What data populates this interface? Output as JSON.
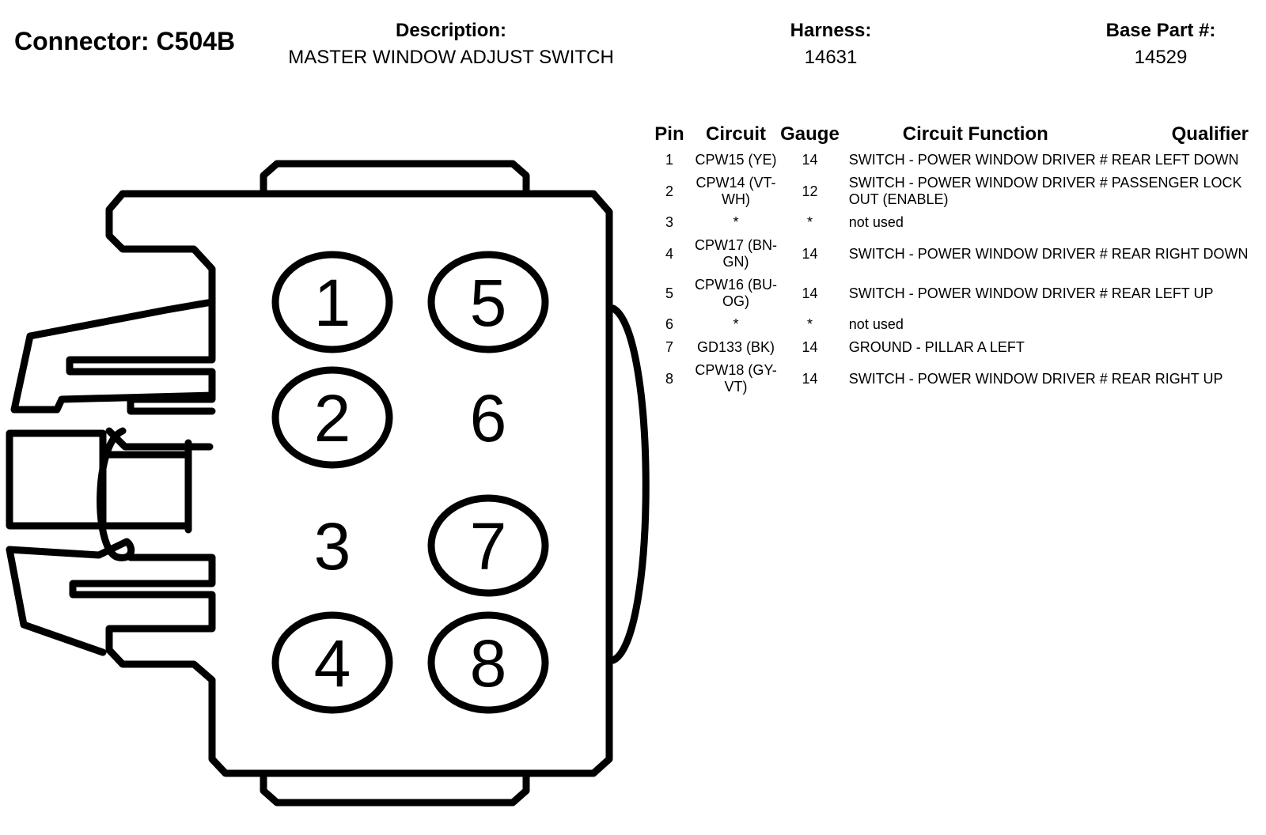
{
  "header": {
    "connector": "Connector: C504B",
    "description_label": "Description:",
    "description_value": "MASTER WINDOW ADJUST SWITCH",
    "harness_label": "Harness:",
    "harness_value": "14631",
    "base_part_label": "Base Part #:",
    "base_part_value": "14529"
  },
  "table": {
    "headers": {
      "pin": "Pin",
      "circuit": "Circuit",
      "gauge": "Gauge",
      "function": "Circuit Function",
      "qualifier": "Qualifier"
    },
    "rows": [
      {
        "pin": "1",
        "circuit": "CPW15 (YE)",
        "gauge": "14",
        "function": "SWITCH - POWER WINDOW DRIVER # REAR LEFT DOWN"
      },
      {
        "pin": "2",
        "circuit": "CPW14 (VT-WH)",
        "gauge": "12",
        "function": "SWITCH - POWER WINDOW DRIVER # PASSENGER LOCK OUT (ENABLE)"
      },
      {
        "pin": "3",
        "circuit": "*",
        "gauge": "*",
        "function": "not used"
      },
      {
        "pin": "4",
        "circuit": "CPW17 (BN-GN)",
        "gauge": "14",
        "function": "SWITCH - POWER WINDOW DRIVER # REAR RIGHT DOWN"
      },
      {
        "pin": "5",
        "circuit": "CPW16 (BU-OG)",
        "gauge": "14",
        "function": "SWITCH - POWER WINDOW DRIVER # REAR LEFT UP"
      },
      {
        "pin": "6",
        "circuit": "*",
        "gauge": "*",
        "function": "not used"
      },
      {
        "pin": "7",
        "circuit": "GD133 (BK)",
        "gauge": "14",
        "function": "GROUND - PILLAR A LEFT"
      },
      {
        "pin": "8",
        "circuit": "CPW18 (GY-VT)",
        "gauge": "14",
        "function": "SWITCH - POWER WINDOW DRIVER # REAR RIGHT UP"
      }
    ]
  },
  "diagram": {
    "pins": [
      "1",
      "2",
      "3",
      "4",
      "5",
      "6",
      "7",
      "8"
    ]
  }
}
